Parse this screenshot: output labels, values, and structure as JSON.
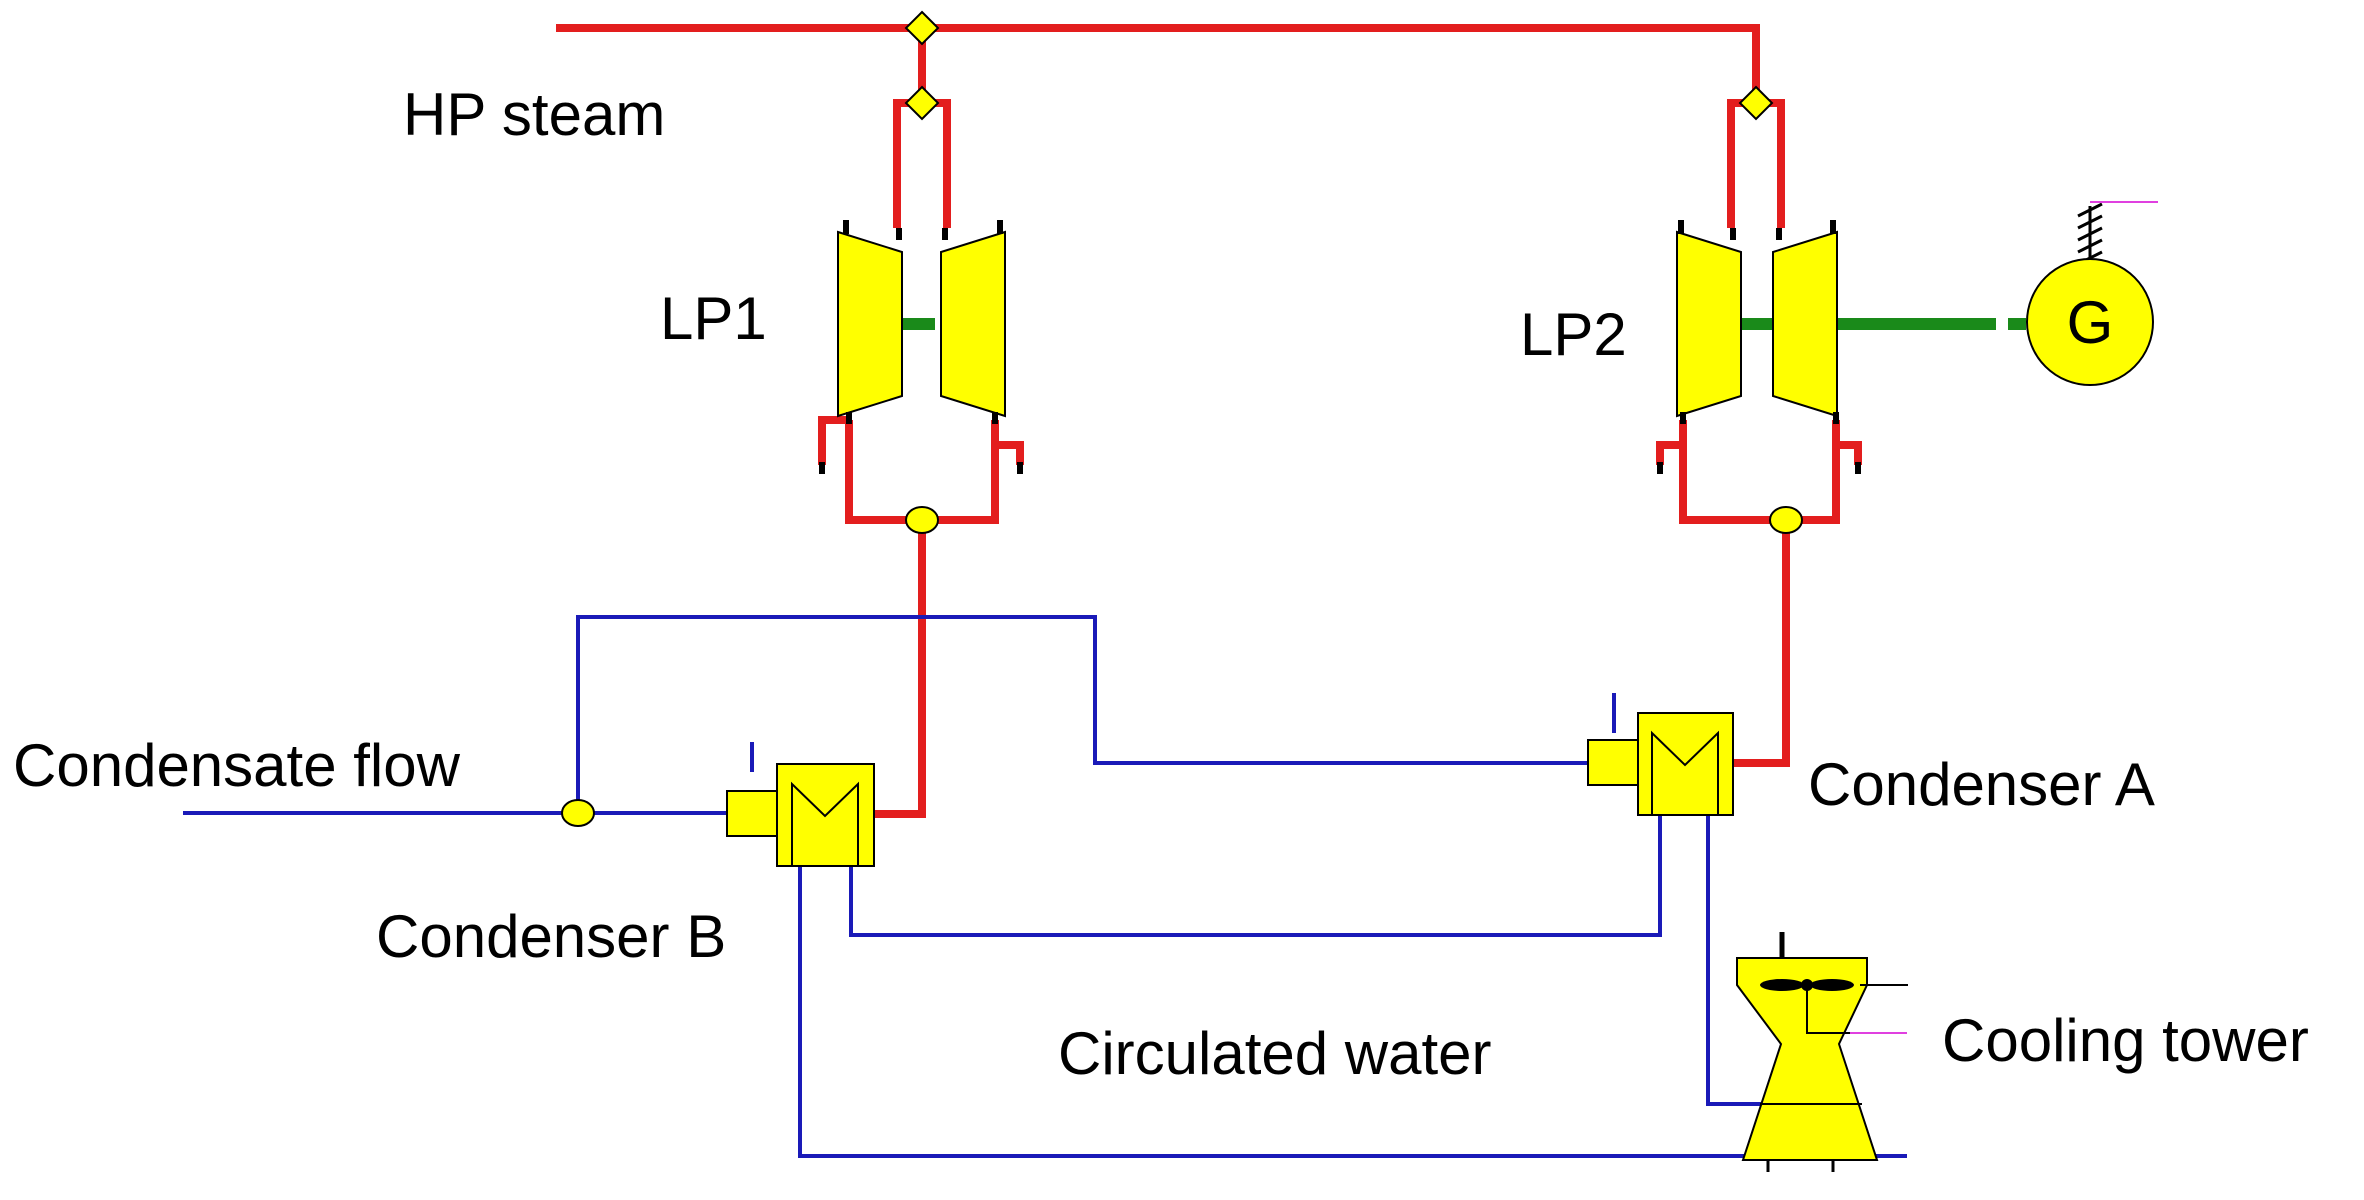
{
  "labels": {
    "hp_steam": "HP steam",
    "lp1": "LP1",
    "lp2": "LP2",
    "generator": "G",
    "condensate_flow": "Condensate flow",
    "condenser_a": "Condenser A",
    "condenser_b": "Condenser B",
    "circulated_water": "Circulated water",
    "cooling_tower": "Cooling tower"
  },
  "colors": {
    "steam_line": "#e31e1e",
    "water_line": "#1a1ab8",
    "shaft": "#1a8a1a",
    "equipment_fill": "#ffff00",
    "outline": "#000000",
    "signal_line": "#e040e0"
  }
}
